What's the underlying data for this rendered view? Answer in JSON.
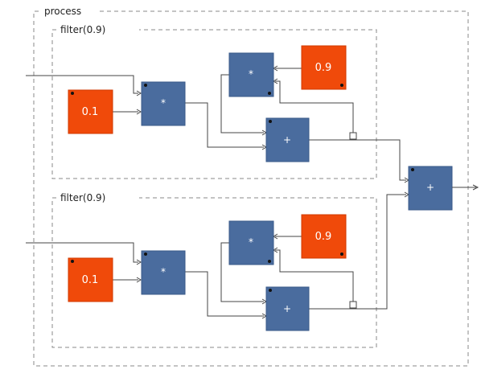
{
  "process": {
    "label": "process",
    "filters": [
      {
        "label": "filter(0.9)",
        "input_const": "0.1",
        "feedback_const": "0.9",
        "mul_in_label": "*",
        "mul_fb_label": "*",
        "add_label": "+"
      },
      {
        "label": "filter(0.9)",
        "input_const": "0.1",
        "feedback_const": "0.9",
        "mul_in_label": "*",
        "mul_fb_label": "*",
        "add_label": "+"
      }
    ],
    "output_add_label": "+"
  },
  "colors": {
    "op_block": "#4a6c9e",
    "const_block": "#f04a0a",
    "background": "#ffffff"
  }
}
